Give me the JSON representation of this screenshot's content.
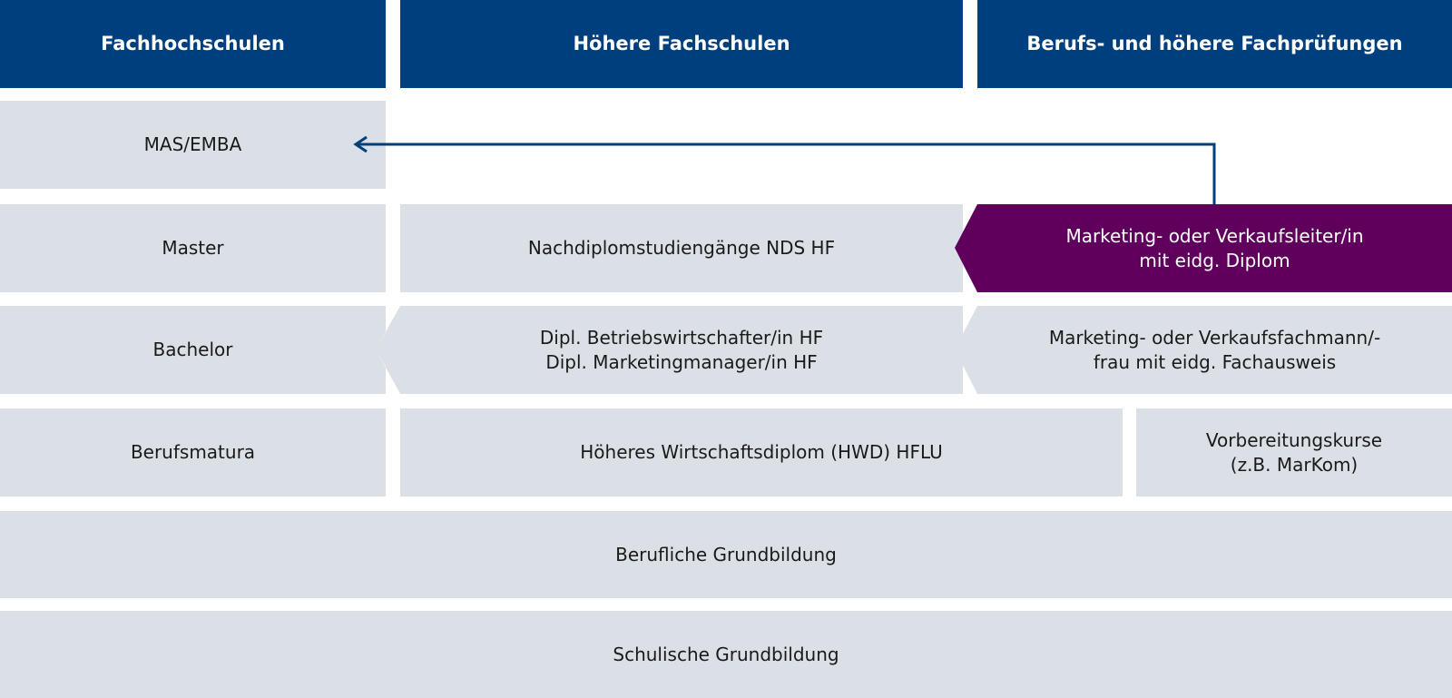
{
  "colors": {
    "header": "#003f7d",
    "box": "#dbe0e6",
    "highlight": "#5f005d",
    "arrow": "#003f7d"
  },
  "headers": {
    "fachhochschulen": "Fachhochschulen",
    "hoehere_fachschulen": "Höhere Fachschulen",
    "fachpruefungen": "Berufs- und höhere Fachprüfungen"
  },
  "fh": {
    "mas": "MAS/EMBA",
    "master": "Master",
    "bachelor": "Bachelor",
    "berufsmatura": "Berufsmatura"
  },
  "hf": {
    "nds": "Nachdiplomstudiengänge NDS HF",
    "dipl_line1": "Dipl. Betriebswirtschafter/in HF",
    "dipl_line2": "Dipl. Marketingmanager/in HF",
    "hwd": "Höheres Wirtschaftsdiplom (HWD) HFLU"
  },
  "bp": {
    "leiter_line1": "Marketing- oder Verkaufsleiter/in",
    "leiter_line2": "mit eidg. Diplom",
    "fachmann_line1": "Marketing- oder Verkaufsfachmann/-",
    "fachmann_line2": "frau mit eidg. Fachausweis",
    "kurse_line1": "Vorbereitungskurse",
    "kurse_line2": "(z.B. MarKom)"
  },
  "base": {
    "berufliche": "Berufliche Grundbildung",
    "schulische": "Schulische Grundbildung"
  }
}
